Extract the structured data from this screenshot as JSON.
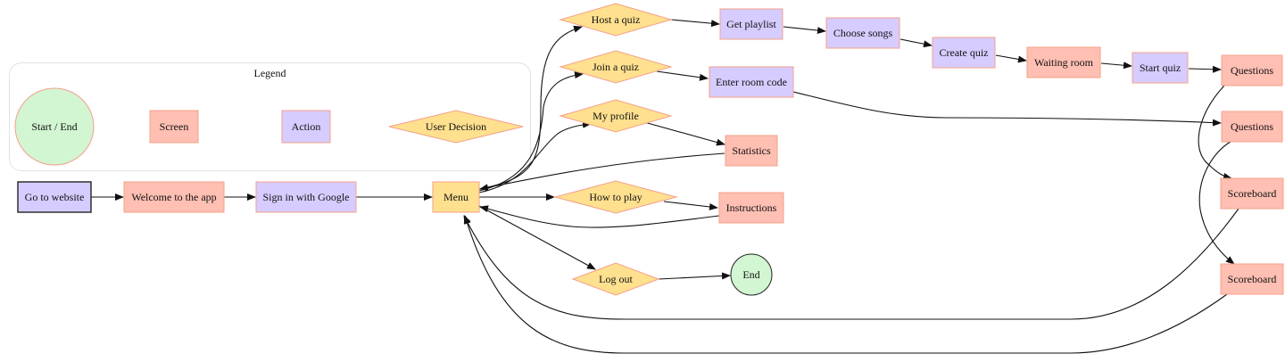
{
  "diagram": {
    "type": "flowchart",
    "legend": {
      "title": "Legend",
      "items": [
        {
          "key": "start_end",
          "label": "Start / End",
          "shape": "circle",
          "fill": "#d2f5d2",
          "stroke": "#f4a08a"
        },
        {
          "key": "screen",
          "label": "Screen",
          "shape": "rect",
          "fill": "#ffbfb3",
          "stroke": "#f4a08a"
        },
        {
          "key": "action",
          "label": "Action",
          "shape": "rect",
          "fill": "#d7ccff",
          "stroke": "#f4a08a"
        },
        {
          "key": "decision",
          "label": "User Decision",
          "shape": "diamond",
          "fill": "#ffe08f",
          "stroke": "#f4a08a"
        }
      ]
    },
    "colors": {
      "start_end": "#d2f5d2",
      "screen": "#ffbfb3",
      "action": "#d7ccff",
      "decision": "#ffe08f",
      "menu": "#ffe08f",
      "border": "#f4a08a",
      "edge": "#111111"
    },
    "nodes": [
      {
        "id": "go_to_website",
        "label": "Go to website",
        "kind": "action",
        "highlighted": true
      },
      {
        "id": "welcome",
        "label": "Welcome to the app",
        "kind": "screen"
      },
      {
        "id": "sign_in",
        "label": "Sign in with Google",
        "kind": "action"
      },
      {
        "id": "menu",
        "label": "Menu",
        "kind": "menu"
      },
      {
        "id": "host_quiz",
        "label": "Host a quiz",
        "kind": "decision"
      },
      {
        "id": "join_quiz",
        "label": "Join a quiz",
        "kind": "decision"
      },
      {
        "id": "my_profile",
        "label": "My profile",
        "kind": "decision"
      },
      {
        "id": "how_to_play",
        "label": "How to play",
        "kind": "decision"
      },
      {
        "id": "log_out",
        "label": "Log out",
        "kind": "decision"
      },
      {
        "id": "get_playlist",
        "label": "Get playlist",
        "kind": "action"
      },
      {
        "id": "choose_songs",
        "label": "Choose songs",
        "kind": "action"
      },
      {
        "id": "create_quiz",
        "label": "Create quiz",
        "kind": "action"
      },
      {
        "id": "waiting_room",
        "label": "Waiting room",
        "kind": "screen"
      },
      {
        "id": "start_quiz",
        "label": "Start quiz",
        "kind": "action"
      },
      {
        "id": "questions_host",
        "label": "Questions",
        "kind": "screen"
      },
      {
        "id": "enter_room_code",
        "label": "Enter room code",
        "kind": "action"
      },
      {
        "id": "questions_join",
        "label": "Questions",
        "kind": "screen"
      },
      {
        "id": "statistics",
        "label": "Statistics",
        "kind": "screen"
      },
      {
        "id": "instructions",
        "label": "Instructions",
        "kind": "screen"
      },
      {
        "id": "end",
        "label": "End",
        "kind": "start_end"
      },
      {
        "id": "scoreboard_host",
        "label": "Scoreboard",
        "kind": "screen"
      },
      {
        "id": "scoreboard_join",
        "label": "Scoreboard",
        "kind": "screen"
      }
    ],
    "edges": [
      {
        "from": "go_to_website",
        "to": "welcome"
      },
      {
        "from": "welcome",
        "to": "sign_in"
      },
      {
        "from": "sign_in",
        "to": "menu"
      },
      {
        "from": "menu",
        "to": "host_quiz"
      },
      {
        "from": "menu",
        "to": "join_quiz"
      },
      {
        "from": "menu",
        "to": "my_profile"
      },
      {
        "from": "menu",
        "to": "how_to_play"
      },
      {
        "from": "menu",
        "to": "log_out"
      },
      {
        "from": "host_quiz",
        "to": "get_playlist"
      },
      {
        "from": "get_playlist",
        "to": "choose_songs"
      },
      {
        "from": "choose_songs",
        "to": "create_quiz"
      },
      {
        "from": "create_quiz",
        "to": "waiting_room"
      },
      {
        "from": "waiting_room",
        "to": "start_quiz"
      },
      {
        "from": "start_quiz",
        "to": "questions_host"
      },
      {
        "from": "join_quiz",
        "to": "enter_room_code"
      },
      {
        "from": "enter_room_code",
        "to": "questions_join"
      },
      {
        "from": "my_profile",
        "to": "statistics"
      },
      {
        "from": "statistics",
        "to": "menu"
      },
      {
        "from": "how_to_play",
        "to": "instructions"
      },
      {
        "from": "instructions",
        "to": "menu"
      },
      {
        "from": "log_out",
        "to": "end"
      },
      {
        "from": "questions_host",
        "to": "scoreboard_host"
      },
      {
        "from": "questions_join",
        "to": "scoreboard_join"
      },
      {
        "from": "scoreboard_host",
        "to": "menu"
      },
      {
        "from": "scoreboard_join",
        "to": "menu"
      }
    ]
  }
}
